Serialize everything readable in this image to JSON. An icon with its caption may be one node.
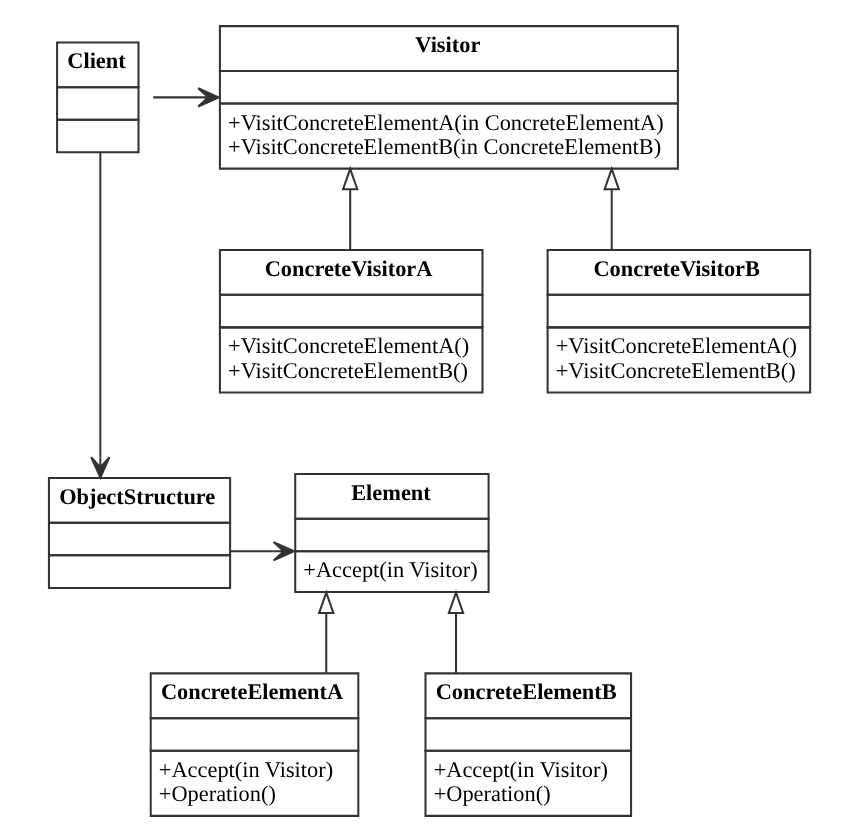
{
  "diagram": {
    "nodes": [
      {
        "text": [
          "Client"
        ]
      },
      {
        "text": [
          "Visitor",
          "+VisitConcreteElementA(in ConcreteElementA)",
          "+VisitConcreteElementB(in ConcreteElementB)"
        ]
      },
      {
        "text": [
          "ConcreteVisitorA",
          "+VisitConcreteElementA()",
          "+VisitConcreteElementB()"
        ]
      },
      {
        "text": [
          "ConcreteVisitorB",
          "+VisitConcreteElementA()",
          "+VisitConcreteElementB()"
        ]
      },
      {
        "text": [
          "ObjectStructure"
        ]
      },
      {
        "text": [
          "Element",
          "+Accept(in Visitor)"
        ]
      },
      {
        "text": [
          "ConcreteElementA",
          "+Accept(in Visitor)",
          "+Operation()"
        ]
      },
      {
        "text": [
          "ConcreteElementB",
          "+Accept(in Visitor)",
          "+Operation()"
        ]
      }
    ],
    "edges": [
      {
        "from": 0,
        "to": 1,
        "arrow": "to"
      },
      {
        "from": 2,
        "to": 1,
        "arrow": "to"
      },
      {
        "from": 3,
        "to": 1,
        "arrow": "to"
      },
      {
        "from": 0,
        "to": 4,
        "arrow": "to"
      },
      {
        "from": 4,
        "to": 5,
        "arrow": "to"
      },
      {
        "from": 6,
        "to": 5,
        "arrow": "to"
      },
      {
        "from": 7,
        "to": 5,
        "arrow": "to"
      }
    ]
  }
}
